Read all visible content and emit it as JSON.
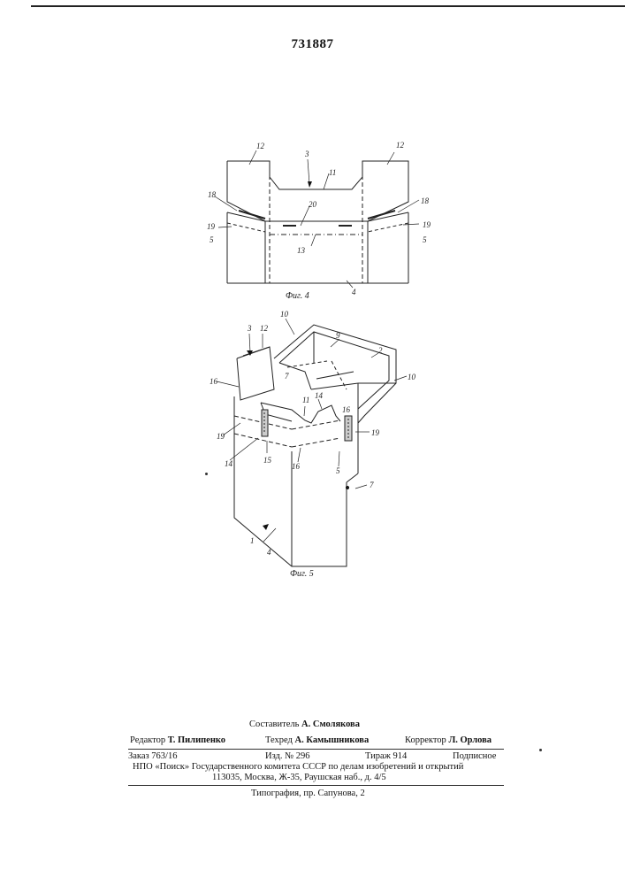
{
  "patent_number": "731887",
  "figures": {
    "fig4": {
      "caption": "Фиг. 4",
      "labels": [
        "12",
        "3",
        "12",
        "11",
        "18",
        "20",
        "18",
        "19",
        "19",
        "5",
        "13",
        "5",
        "4"
      ]
    },
    "fig5": {
      "caption": "Фиг. 5",
      "labels": [
        "3",
        "12",
        "10",
        "9",
        "2",
        "10",
        "16",
        "7",
        "11",
        "14",
        "16",
        "19",
        "19",
        "14",
        "15",
        "16",
        "5",
        "7",
        "1",
        "4"
      ]
    }
  },
  "footer": {
    "compiler_label": "Составитель",
    "compiler_name": "А. Смолякова",
    "editor_label": "Редактор",
    "editor_name": "Т. Пилипенко",
    "techred_label": "Техред",
    "techred_name": "А. Камышникова",
    "corrector_label": "Корректор",
    "corrector_name": "Л. Орлова",
    "order": "Заказ 763/16",
    "edition": "Изд. № 296",
    "circulation": "Тираж 914",
    "subscription": "Подписное",
    "org": "НПО «Поиск» Государственного комитета СССР по делам изобретений и открытий",
    "address": "113035, Москва, Ж-35, Раушская наб., д. 4/5",
    "printing": "Типография, пр. Сапунова, 2"
  }
}
